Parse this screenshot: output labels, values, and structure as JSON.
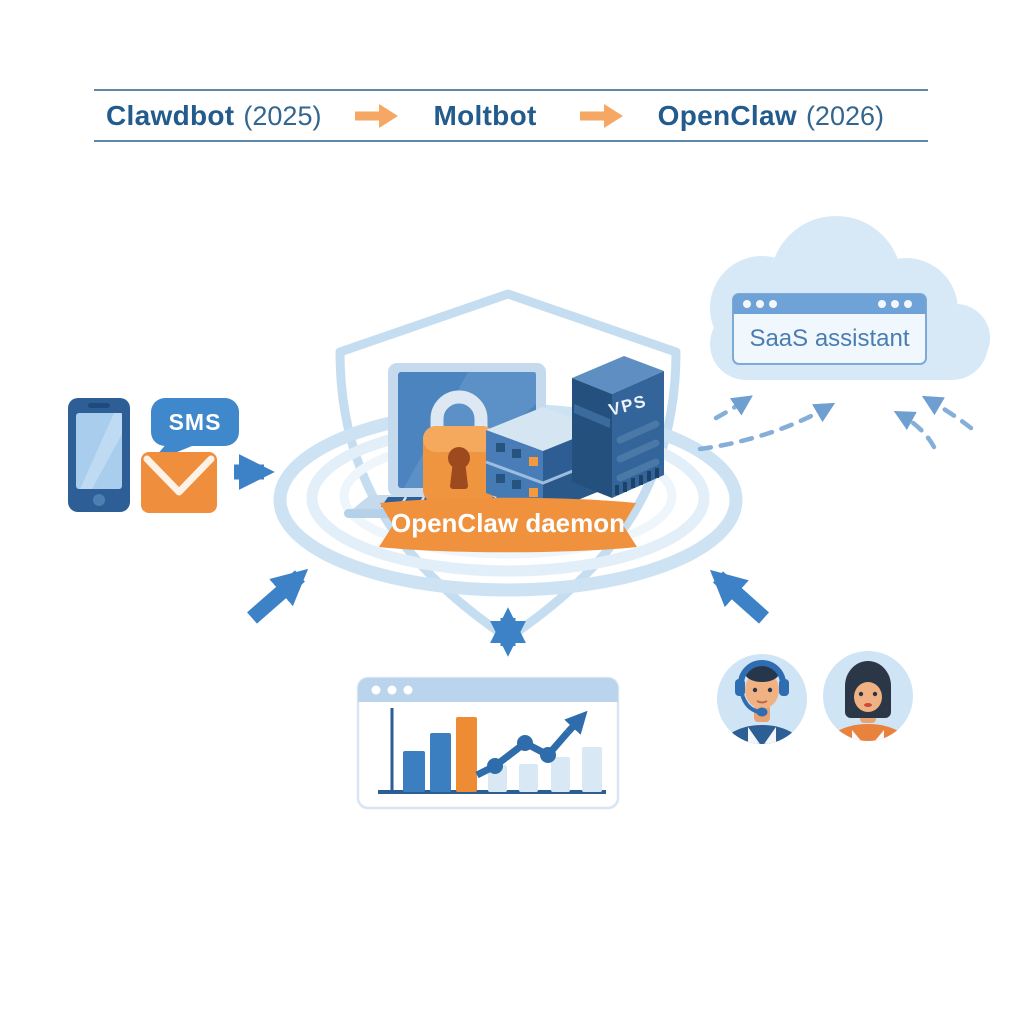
{
  "evolution_timeline": {
    "stages": [
      {
        "name": "Clawdbot",
        "year": "(2025)"
      },
      {
        "name": "Moltbot",
        "year": ""
      },
      {
        "name": "OpenClaw",
        "year": "(2026)"
      }
    ]
  },
  "channels": {
    "sms_badge": "SMS"
  },
  "core_platform": {
    "banner": "OpenClaw daemon",
    "vps_label": "VPS"
  },
  "saas_panel": {
    "label": "SaaS assistant"
  },
  "colors": {
    "navy_text": "#235c8c",
    "accent_orange": "#f0913e",
    "arrow_blue": "#3d82c6",
    "soft_blue": "#cfe4f5",
    "dashed_arrow_blue": "#85aed8",
    "timeline_arrow_orange": "#f5a763"
  },
  "icons": [
    "smartphone-icon",
    "sms-bubble-icon",
    "envelope-icon",
    "shield-icon",
    "orbit-rings",
    "laptop-icon",
    "padlock-icon",
    "server-stack-icon",
    "vps-tower-icon",
    "banner-ribbon",
    "cloud-icon",
    "browser-window-icon",
    "sync-dashed-arrows",
    "flow-arrows",
    "dashboard-chart-icon",
    "support-agent-avatar",
    "user-avatar"
  ],
  "mini_chart": {
    "type": "bar",
    "categories": [
      "bar1",
      "bar2",
      "bar3",
      "bar4",
      "bar5",
      "bar6",
      "bar7"
    ],
    "values": [
      41,
      59,
      75,
      27,
      28,
      35,
      45
    ],
    "bar_styles": [
      "solid-blue",
      "solid-blue",
      "solid-orange",
      "faded",
      "faded",
      "faded",
      "faded"
    ],
    "trend": "rising",
    "title": "",
    "xlabel": "",
    "ylabel": ""
  }
}
